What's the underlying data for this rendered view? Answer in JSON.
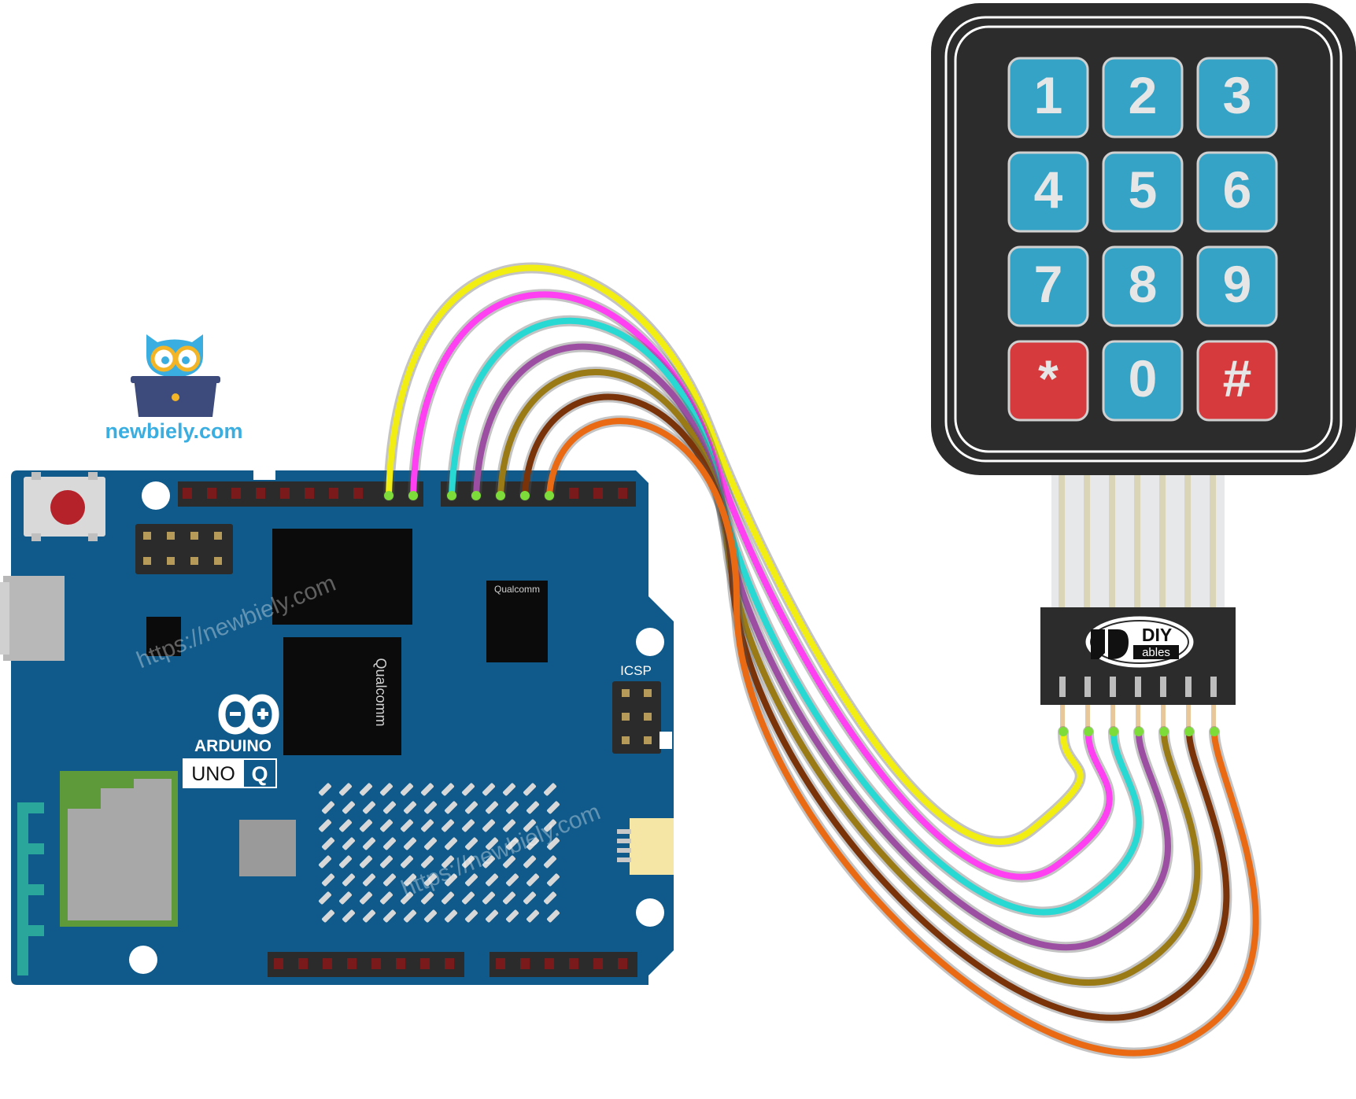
{
  "brand": {
    "site_name": "newbiely.com",
    "watermark": "https://newbiely.com",
    "accent": "#3aaee0"
  },
  "board": {
    "maker_label": "ARDUINO",
    "model_label": "UNO",
    "model_suffix": "Q",
    "icsp_label": "ICSP",
    "chip_brand": "Qualcomm",
    "color": "#0f5a8a"
  },
  "keypad": {
    "keys": [
      {
        "label": "1",
        "kind": "digit"
      },
      {
        "label": "2",
        "kind": "digit"
      },
      {
        "label": "3",
        "kind": "digit"
      },
      {
        "label": "4",
        "kind": "digit"
      },
      {
        "label": "5",
        "kind": "digit"
      },
      {
        "label": "6",
        "kind": "digit"
      },
      {
        "label": "7",
        "kind": "digit"
      },
      {
        "label": "8",
        "kind": "digit"
      },
      {
        "label": "9",
        "kind": "digit"
      },
      {
        "label": "*",
        "kind": "special"
      },
      {
        "label": "0",
        "kind": "digit"
      },
      {
        "label": "#",
        "kind": "special"
      }
    ],
    "digit_color": "#34a3c6",
    "special_color": "#d63a3c",
    "connector_brand_top": "DIY",
    "connector_brand_bottom": "ables"
  },
  "wires": [
    {
      "color": "#f2ee12"
    },
    {
      "color": "#ff3ff2"
    },
    {
      "color": "#27d9d2"
    },
    {
      "color": "#9c4fa2"
    },
    {
      "color": "#9a7a14"
    },
    {
      "color": "#7a3208"
    },
    {
      "color": "#ea6a14"
    }
  ]
}
